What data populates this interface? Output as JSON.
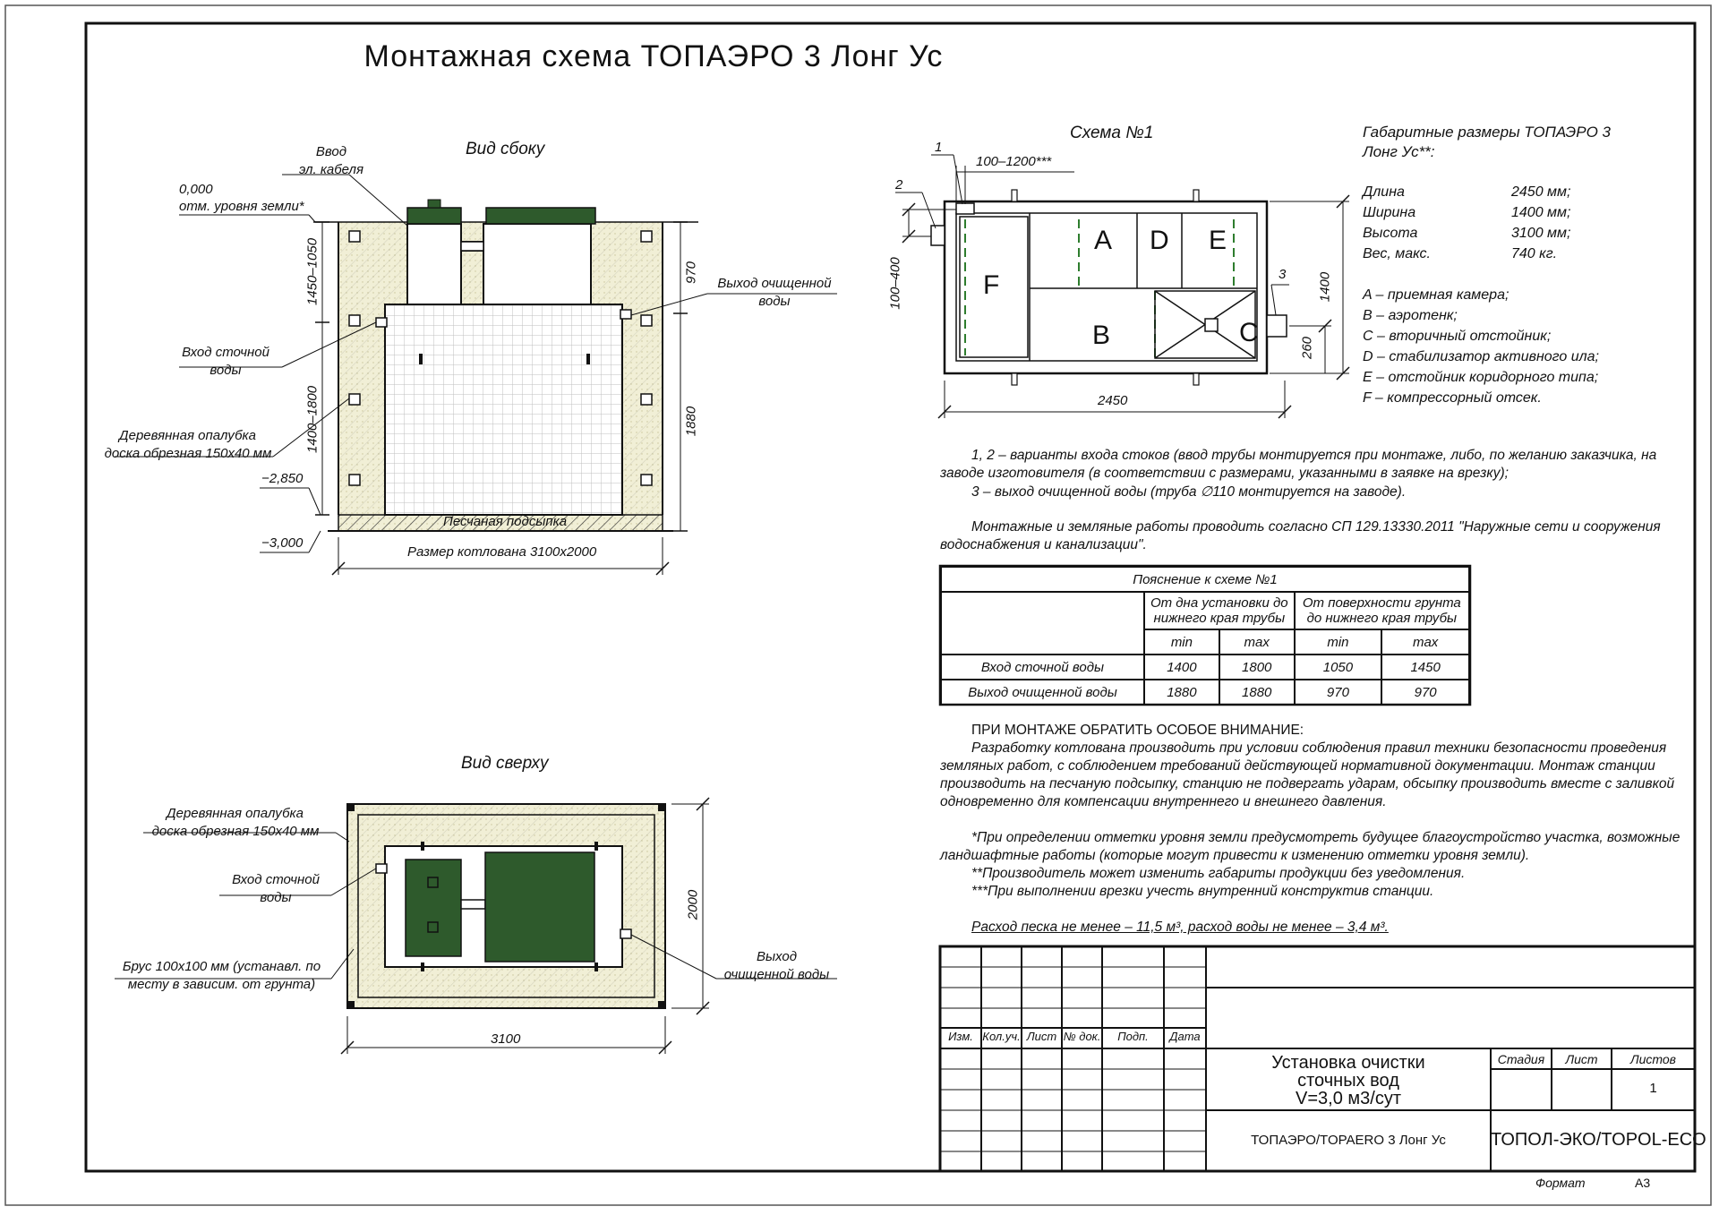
{
  "title": "Монтажная схема ТОПАЭРО 3 Лонг Ус",
  "side_view": {
    "title": "Вид сбоку",
    "cable_entry": [
      "Ввод",
      "эл. кабеля"
    ],
    "ground_mark": [
      "0,000",
      "отм. уровня земли*"
    ],
    "inlet_label": [
      "Вход сточной",
      "воды"
    ],
    "outlet_label": [
      "Выход очищенной",
      "воды"
    ],
    "formwork_label": [
      "Деревянная опалубка",
      "доска обрезная 150х40 мм"
    ],
    "mark_2850": "−2,850",
    "mark_3000": "−3,000",
    "sand_bed": "Песчаная подсыпка",
    "pit_size": "Размер котлована 3100х2000",
    "dim_1450_1050": "1450–1050",
    "dim_1400_1800": "1400–1800",
    "dim_970": "970",
    "dim_1880": "1880"
  },
  "top_view": {
    "title": "Вид сверху",
    "formwork_label": [
      "Деревянная опалубка",
      "доска обрезная 150х40 мм"
    ],
    "inlet_label": [
      "Вход сточной",
      "воды"
    ],
    "beam_label": [
      "Брус 100х100 мм (устанавл. по",
      "месту в зависим. от грунта)"
    ],
    "outlet_label": [
      "Выход",
      "очищенной воды"
    ],
    "dim_3100": "3100",
    "dim_2000": "2000"
  },
  "scheme1": {
    "title": "Схема №1",
    "callout_1": "1",
    "callout_2": "2",
    "callout_3": "3",
    "dim_100_1200": "100–1200***",
    "dim_100_400": "100–400",
    "dim_1400": "1400",
    "dim_260": "260",
    "dim_2450": "2450",
    "zones": {
      "A": "A",
      "B": "B",
      "C": "C",
      "D": "D",
      "E": "E",
      "F": "F"
    }
  },
  "dimensions": {
    "heading": [
      "Габаритные размеры ТОПАЭРО 3",
      "Лонг Ус**:"
    ],
    "rows": [
      {
        "k": "Длина",
        "v": "2450 мм;"
      },
      {
        "k": "Ширина",
        "v": "1400 мм;"
      },
      {
        "k": "Высота",
        "v": "3100 мм;"
      },
      {
        "k": "Вес, макс.",
        "v": "740 кг."
      }
    ],
    "legend": [
      "A – приемная камера;",
      "B – аэротенк;",
      "C – вторичный отстойник;",
      "D – стабилизатор активного ила;",
      "E – отстойник коридорного типа;",
      "F – компрессорный отсек."
    ]
  },
  "notes1": [
    "1, 2 – варианты входа  стоков (ввод трубы монтируется при монтаже, либо, по желанию заказчика, на",
    "заводе изготовителя (в соответствии с размерами, указанными в заявке на врезку);",
    "3 – выход очищенной воды (труба ∅110 монтируется на заводе)."
  ],
  "notes2": [
    "Монтажные и земляные работы проводить согласно СП 129.13330.2011 \"Наружные сети и сооружения",
    "водоснабжения и канализации\"."
  ],
  "explain_table": {
    "caption": "Пояснение к схеме №1",
    "col_a": "От дна установки до нижнего края трубы",
    "col_b": "От поверхности грунта до нижнего края трубы",
    "min": "min",
    "max": "max",
    "rows": [
      {
        "name": "Вход сточной воды",
        "vals": [
          "1400",
          "1800",
          "1050",
          "1450"
        ]
      },
      {
        "name": "Выход очищенной воды",
        "vals": [
          "1880",
          "1880",
          "970",
          "970"
        ]
      }
    ]
  },
  "attention": {
    "heading": "ПРИ МОНТАЖЕ ОБРАТИТЬ ОСОБОЕ ВНИМАНИЕ:",
    "lines": [
      "Разработку котлована производить при условии соблюдения правил техники безопасности проведения",
      "земляных работ, с соблюдением требований действующей нормативной документации. Монтаж станции",
      "производить на песчаную подсыпку, станцию не подвергать ударам, обсыпку производить вместе с заливкой",
      "одновременно для компенсации внутреннего и внешнего давления."
    ]
  },
  "footnotes": [
    "*При определении отметки уровня земли предусмотреть будущее благоустройство участка, возможные",
    "ландшафтные работы (которые могут привести к изменению отметки уровня земли).",
    "**Производитель может изменить габариты продукции без уведомления.",
    "***При выполнении врезки учесть внутренний конструктив станции."
  ],
  "consumption": "Расход песка не менее – 11,5 м³, расход воды не менее – 3,4 м³.",
  "stamp": {
    "cols": [
      "Изм.",
      "Кол.уч.",
      "Лист",
      "№ док.",
      "Подп.",
      "Дата"
    ],
    "name": [
      "Установка очистки",
      "сточных вод",
      "V=3,0 м3/сут"
    ],
    "stage": "Стадия",
    "sheet": "Лист",
    "sheets": "Листов",
    "sheets_value": "1",
    "model": "ТОПАЭРО/TOPAERO 3 Лонг Ус",
    "company": "ТОПОЛ-ЭКО/TOPOL-ECO",
    "format_label": "Формат",
    "format_value": "А3"
  },
  "colors": {
    "tank_green": "#2e5a2c",
    "soil_fill": "#f1efd6",
    "line": "#111111"
  }
}
